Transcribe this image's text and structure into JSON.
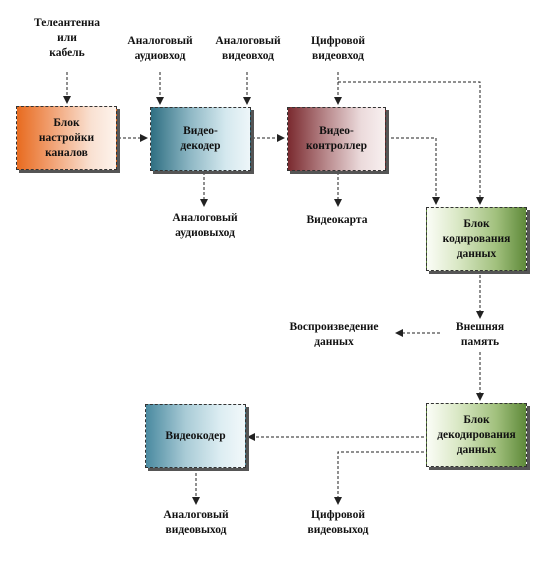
{
  "inputs": {
    "tv_antenna": "Телеантенна\nили\nкабель",
    "analog_audio_in": "Аналоговый\nаудиовход",
    "analog_video_in": "Аналоговый\nвидеовход",
    "digital_video_in": "Цифровой\nвидеовход"
  },
  "blocks": {
    "tuner": "Блок\nнастройки\nканалов",
    "video_decoder": "Видео-\nдекодер",
    "video_controller": "Видео-\nконтроллер",
    "encoding_unit": "Блок\nкодирования\nданных",
    "decoding_unit": "Блок\nдекодирования\nданных",
    "video_encoder": "Видеокодер"
  },
  "outputs": {
    "analog_audio_out": "Аналоговый\nаудиовыход",
    "video_card": "Видеокарта",
    "external_memory": "Внешняя\nпамять",
    "playback": "Воспроизведение\nданных",
    "analog_video_out": "Аналоговый\nвидеовыход",
    "digital_video_out": "Цифровой\nвидеовыход"
  },
  "colors": {
    "tuner": "#e86b1f",
    "video_decoder": "#2f6f82",
    "video_controller": "#7a2a2f",
    "encoding_unit": "#5f8a3a",
    "decoding_unit": "#5f8a3a",
    "video_encoder": "#4a8aa0",
    "connector": "#222222"
  }
}
